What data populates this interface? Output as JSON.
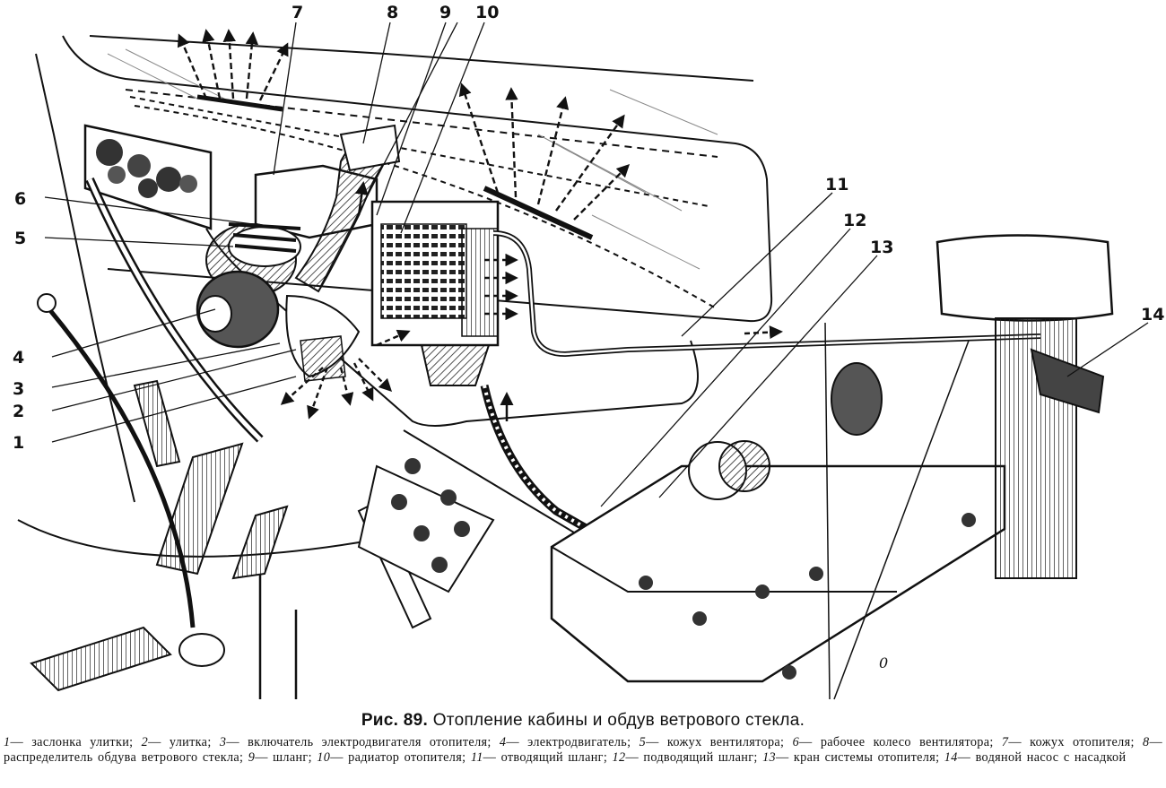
{
  "labels": [
    "1",
    "2",
    "3",
    "4",
    "5",
    "6",
    "7",
    "8",
    "9",
    "10",
    "11",
    "12",
    "13",
    "14"
  ],
  "caption": {
    "prefix": "Рис. 89.",
    "title": "Отопление кабины и обдув ветрового стекла."
  },
  "legend": [
    {
      "n": "1",
      "text": "— заслонка улитки;"
    },
    {
      "n": "2",
      "text": "— улитка;"
    },
    {
      "n": "3",
      "text": "— включатель электродвигателя отопителя;"
    },
    {
      "n": "4",
      "text": "— электродвигатель;"
    },
    {
      "n": "5",
      "text": "— кожух вентилятора;"
    },
    {
      "n": "6",
      "text": "— рабочее колесо вентилятора;"
    },
    {
      "n": "7",
      "text": "— кожух отопителя;"
    },
    {
      "n": "8",
      "text": "— распределитель обдува ветрового стекла;"
    },
    {
      "n": "9",
      "text": "— шланг;"
    },
    {
      "n": "10",
      "text": "— радиатор отопителя;"
    },
    {
      "n": "11",
      "text": "— отводящий шланг;"
    },
    {
      "n": "12",
      "text": "— подводящий шланг;"
    },
    {
      "n": "13",
      "text": "— кран системы отопителя;"
    },
    {
      "n": "14",
      "text": "— водяной насос с насадкой"
    }
  ]
}
